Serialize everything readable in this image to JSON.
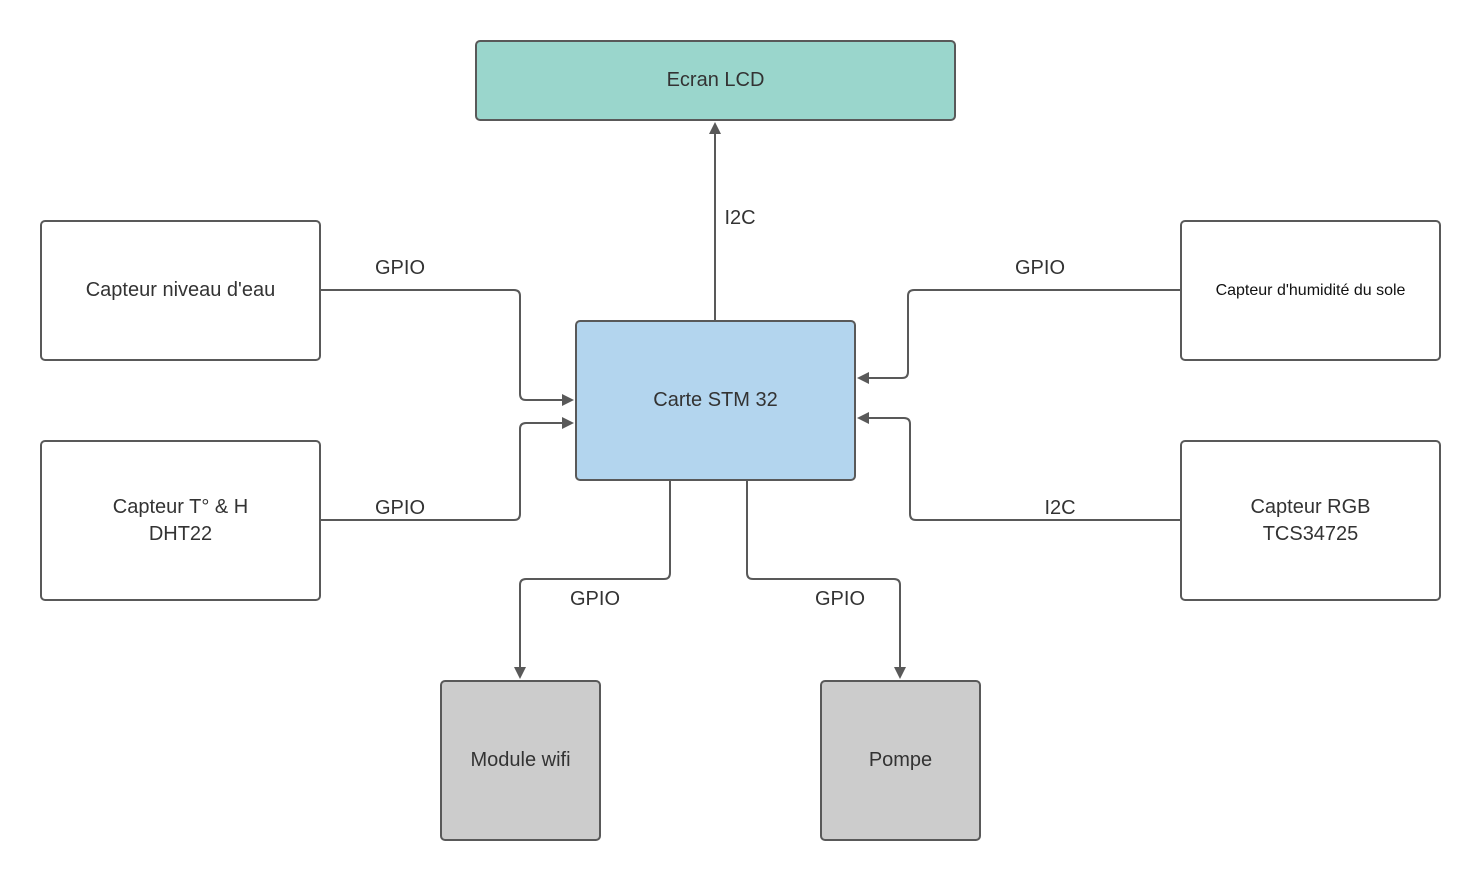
{
  "colors": {
    "lcd_fill": "#9ad6cc",
    "stm_fill": "#b3d5ee",
    "output_fill": "#cccccc",
    "sensor_fill": "#ffffff",
    "stroke": "#595959"
  },
  "nodes": {
    "lcd": "Ecran LCD",
    "stm": "Carte STM 32",
    "eau": "Capteur niveau d'eau",
    "dht": "Capteur T° & H\nDHT22",
    "sol": "Capteur d'humidité du sole",
    "rgb": "Capteur RGB\nTCS34725",
    "wifi": "Module wifi",
    "pompe": "Pompe"
  },
  "edges": {
    "stm_lcd": "I2C",
    "eau_stm": "GPIO",
    "dht_stm": "GPIO",
    "sol_stm": "GPIO",
    "rgb_stm": "I2C",
    "stm_wifi": "GPIO",
    "stm_pompe": "GPIO"
  }
}
